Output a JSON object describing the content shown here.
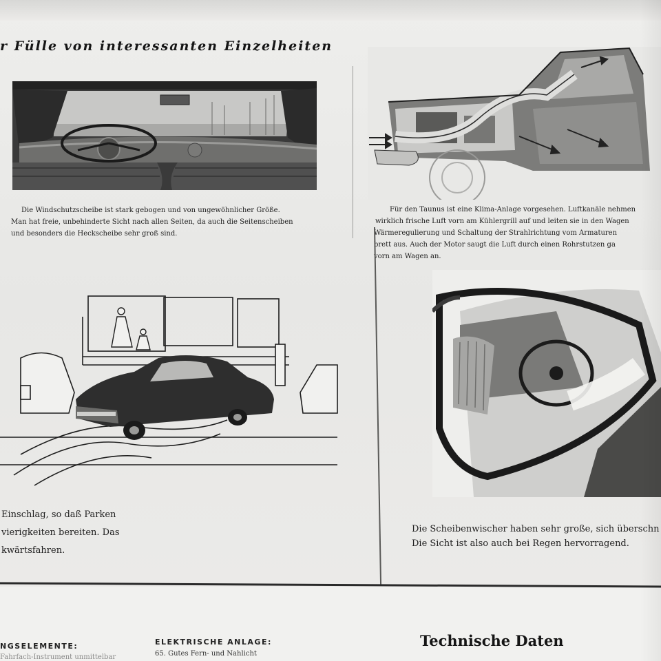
{
  "headline": "r Fülle von interessanten Einzelheiten",
  "captions": {
    "windshield": [
      "Die Windschutzscheibe ist stark gebogen und von ungewöhnlicher Größe.",
      "Man hat freie, unbehinderte Sicht nach allen Seiten, da auch die Seitenscheiben",
      "und besonders die Heckscheibe sehr groß sind."
    ],
    "climate": [
      "Für den Taunus ist eine Klima-Anlage vorgesehen. Luftkanäle nehmen",
      "wirklich frische Luft vorn am Kühlergrill auf und leiten sie in den Wagen",
      "Wärmeregulierung und Schaltung der Strahlrichtung vom Armaturen",
      "brett aus. Auch der Motor saugt die Luft durch einen Rohrstutzen ga",
      "vorn am Wagen an."
    ],
    "parking": [
      "Einschlag, so daß Parken",
      "vierigkeiten bereiten. Das",
      "kwärtsfahren."
    ],
    "wipers": [
      "Die Scheibenwischer haben sehr große, sich überschn",
      "Die Sicht ist also auch bei Regen hervorragend."
    ]
  },
  "bottom": {
    "left_heading": "NGSELEMENTE:",
    "left_line": "Fahrfach-Instrument unmittelbar",
    "mid_heading": "ELEKTRISCHE ANLAGE:",
    "mid_line": "65. Gutes Fern- und Nahlicht",
    "title": "Technische Daten"
  },
  "colors": {
    "paper": "#eeeeec",
    "ink": "#1b1b1b",
    "car_body": "#2e2e2e"
  }
}
